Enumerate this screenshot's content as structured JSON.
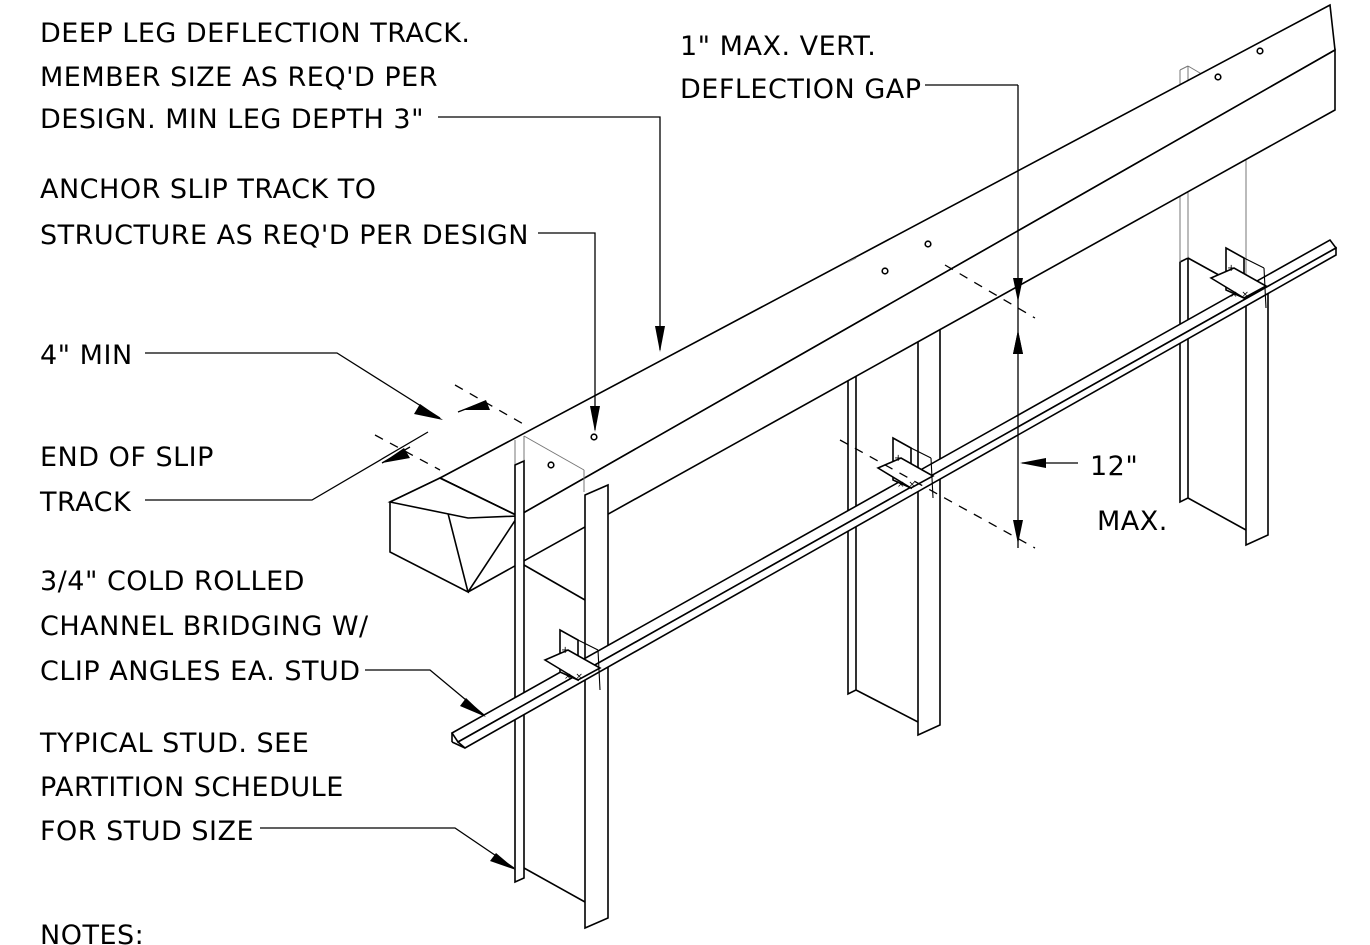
{
  "notes": {
    "deep_leg_track": [
      "DEEP LEG DEFLECTION TRACK.",
      "MEMBER SIZE AS REQ'D PER",
      "DESIGN.  MIN LEG DEPTH 3\""
    ],
    "anchor_slip_track": [
      "ANCHOR SLIP TRACK TO",
      "STRUCTURE AS REQ'D PER DESIGN"
    ],
    "four_min": "4\" MIN",
    "end_of_slip_track": [
      "END OF SLIP",
      "TRACK"
    ],
    "cold_rolled_channel": [
      "3/4\" COLD ROLLED",
      "CHANNEL BRIDGING W/",
      "CLIP ANGLES EA. STUD"
    ],
    "typical_stud": [
      "TYPICAL STUD. SEE",
      "PARTITION SCHEDULE",
      "FOR STUD SIZE"
    ],
    "max_vert_gap": [
      "1\" MAX. VERT.",
      "DEFLECTION GAP"
    ],
    "twelve_max": [
      "12\"",
      "MAX."
    ],
    "notes_heading": "NOTES:"
  }
}
